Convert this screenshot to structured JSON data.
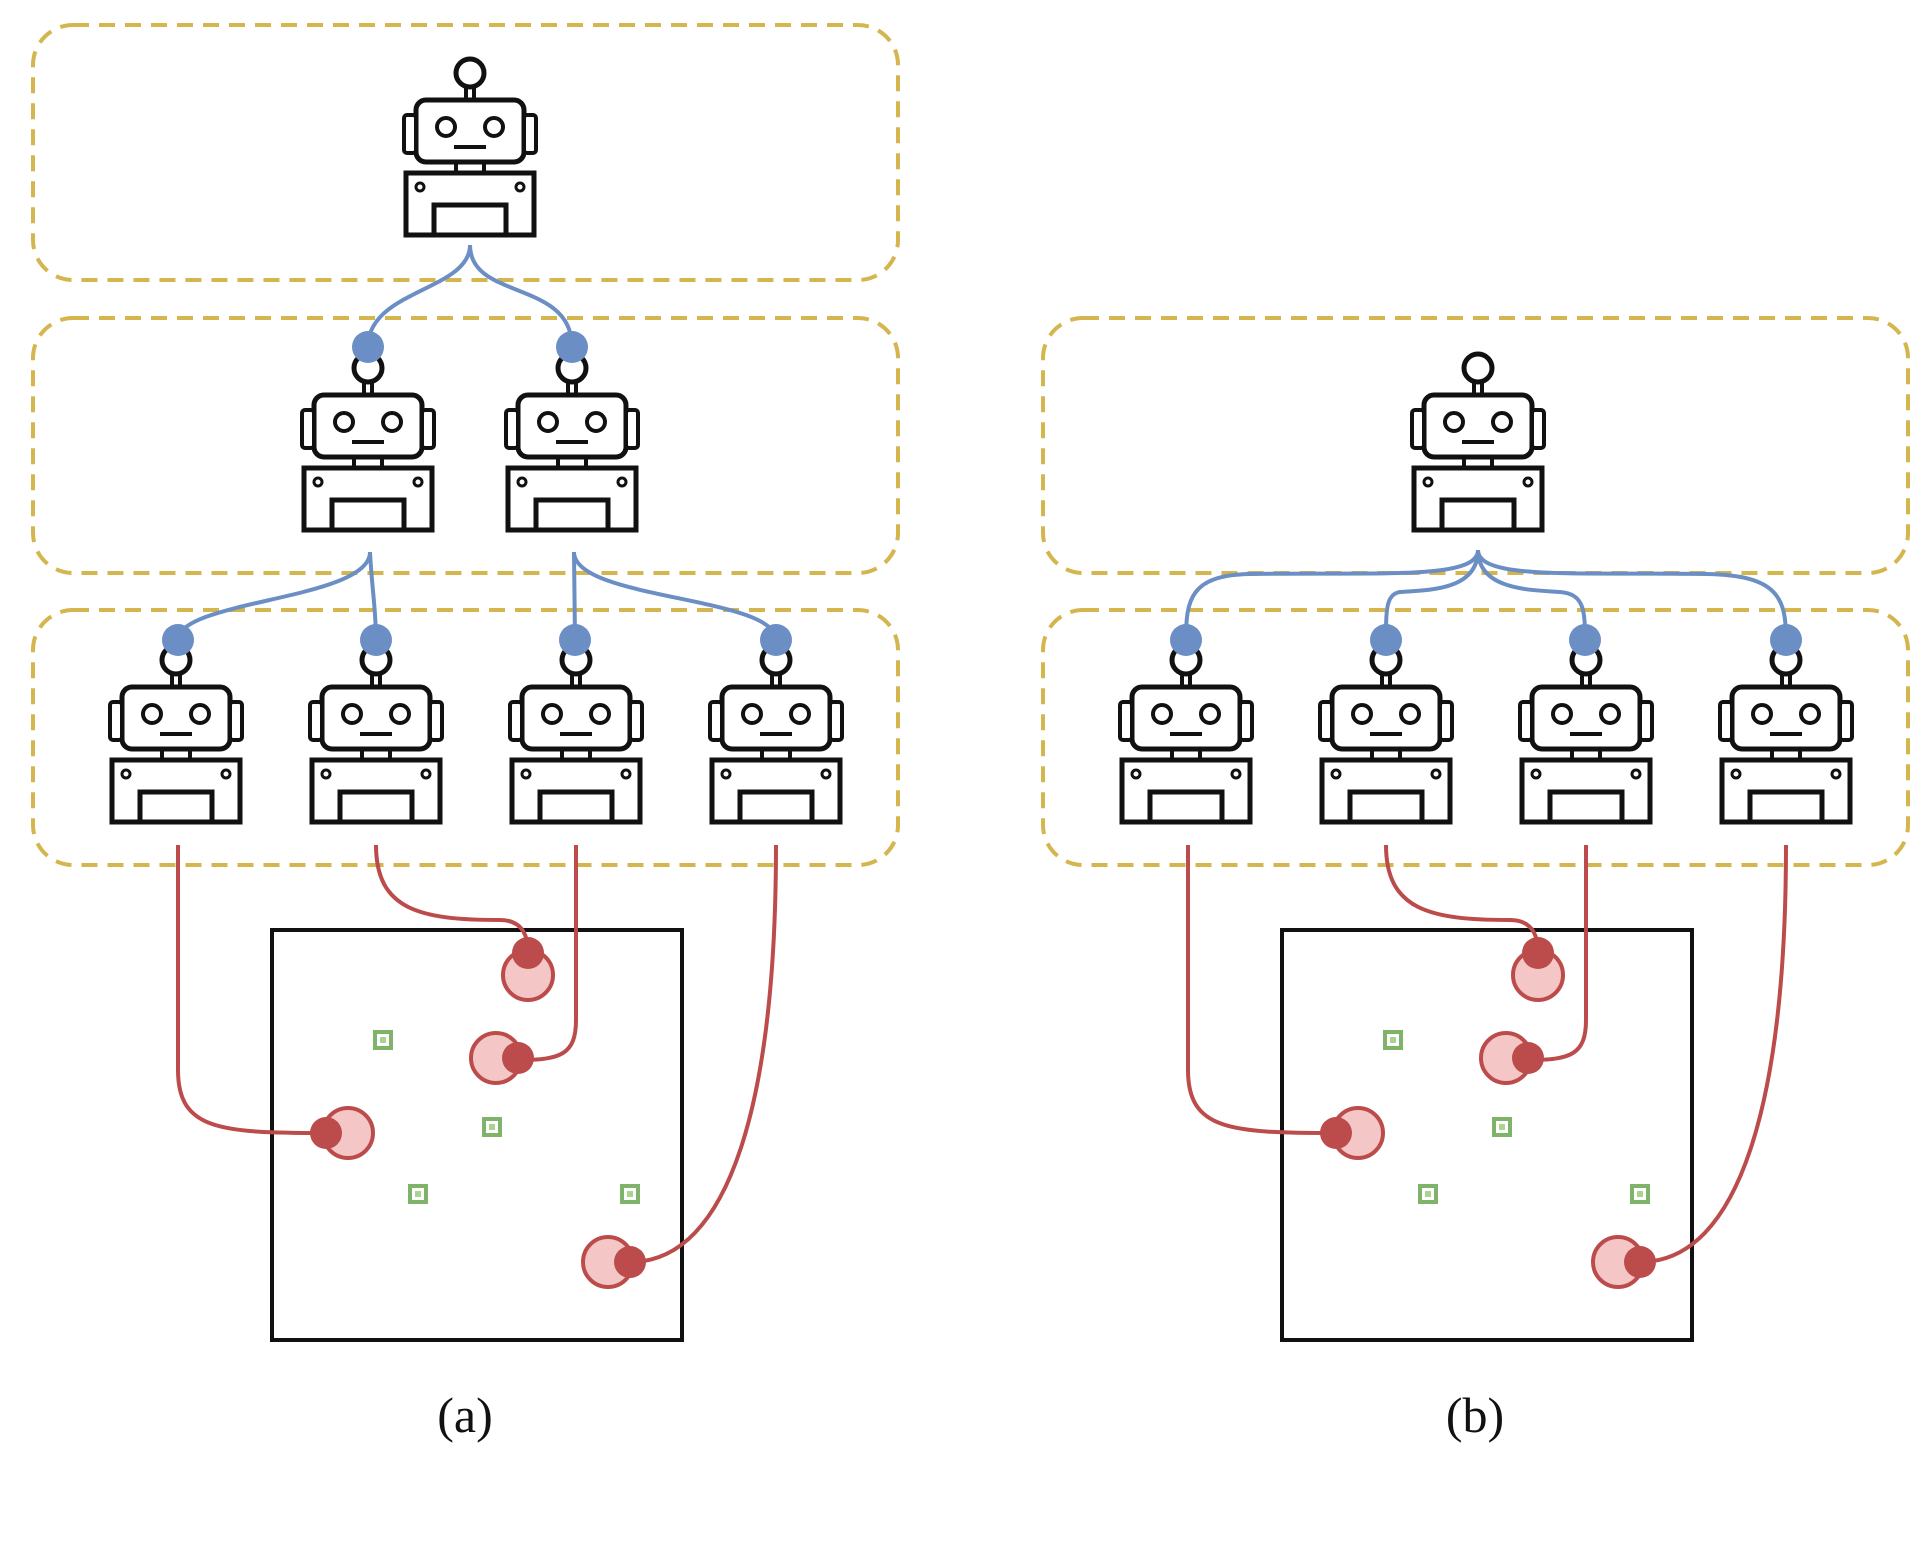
{
  "colors": {
    "background": "#ffffff",
    "layer_border": "#d4b54e",
    "link_blue": "#6b8ec4",
    "link_red": "#bc4b4b",
    "agent_fill_red": "#f4c6c6",
    "landmark_green": "#7fb36a",
    "robot_stroke": "#111111"
  },
  "panels": [
    {
      "id": "a",
      "caption": "(a)",
      "hierarchy_levels": [
        1,
        2,
        4
      ],
      "icons": {
        "robot": "robot-icon",
        "agent": "agent-circle-icon",
        "landmark": "landmark-square-icon",
        "connector": "connector-dot-icon"
      }
    },
    {
      "id": "b",
      "caption": "(b)",
      "hierarchy_levels": [
        1,
        4
      ],
      "icons": {
        "robot": "robot-icon",
        "agent": "agent-circle-icon",
        "landmark": "landmark-square-icon",
        "connector": "connector-dot-icon"
      }
    }
  ]
}
